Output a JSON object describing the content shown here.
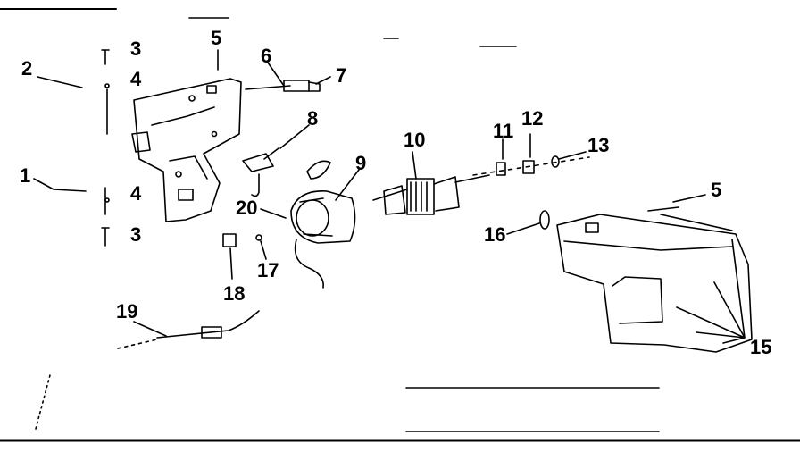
{
  "diagram": {
    "type": "exploded-parts-view",
    "ink_color": "#000000",
    "background": "#ffffff",
    "callouts": {
      "n1": "1",
      "n2": "2",
      "n3a": "3",
      "n3b": "3",
      "n4a": "4",
      "n4b": "4",
      "n5a": "5",
      "n5b": "5",
      "n6": "6",
      "n7": "7",
      "n8": "8",
      "n9": "9",
      "n10": "10",
      "n11": "11",
      "n12": "12",
      "n13": "13",
      "n15": "15",
      "n16": "16",
      "n17": "17",
      "n18": "18",
      "n19": "19",
      "n20": "20"
    }
  }
}
